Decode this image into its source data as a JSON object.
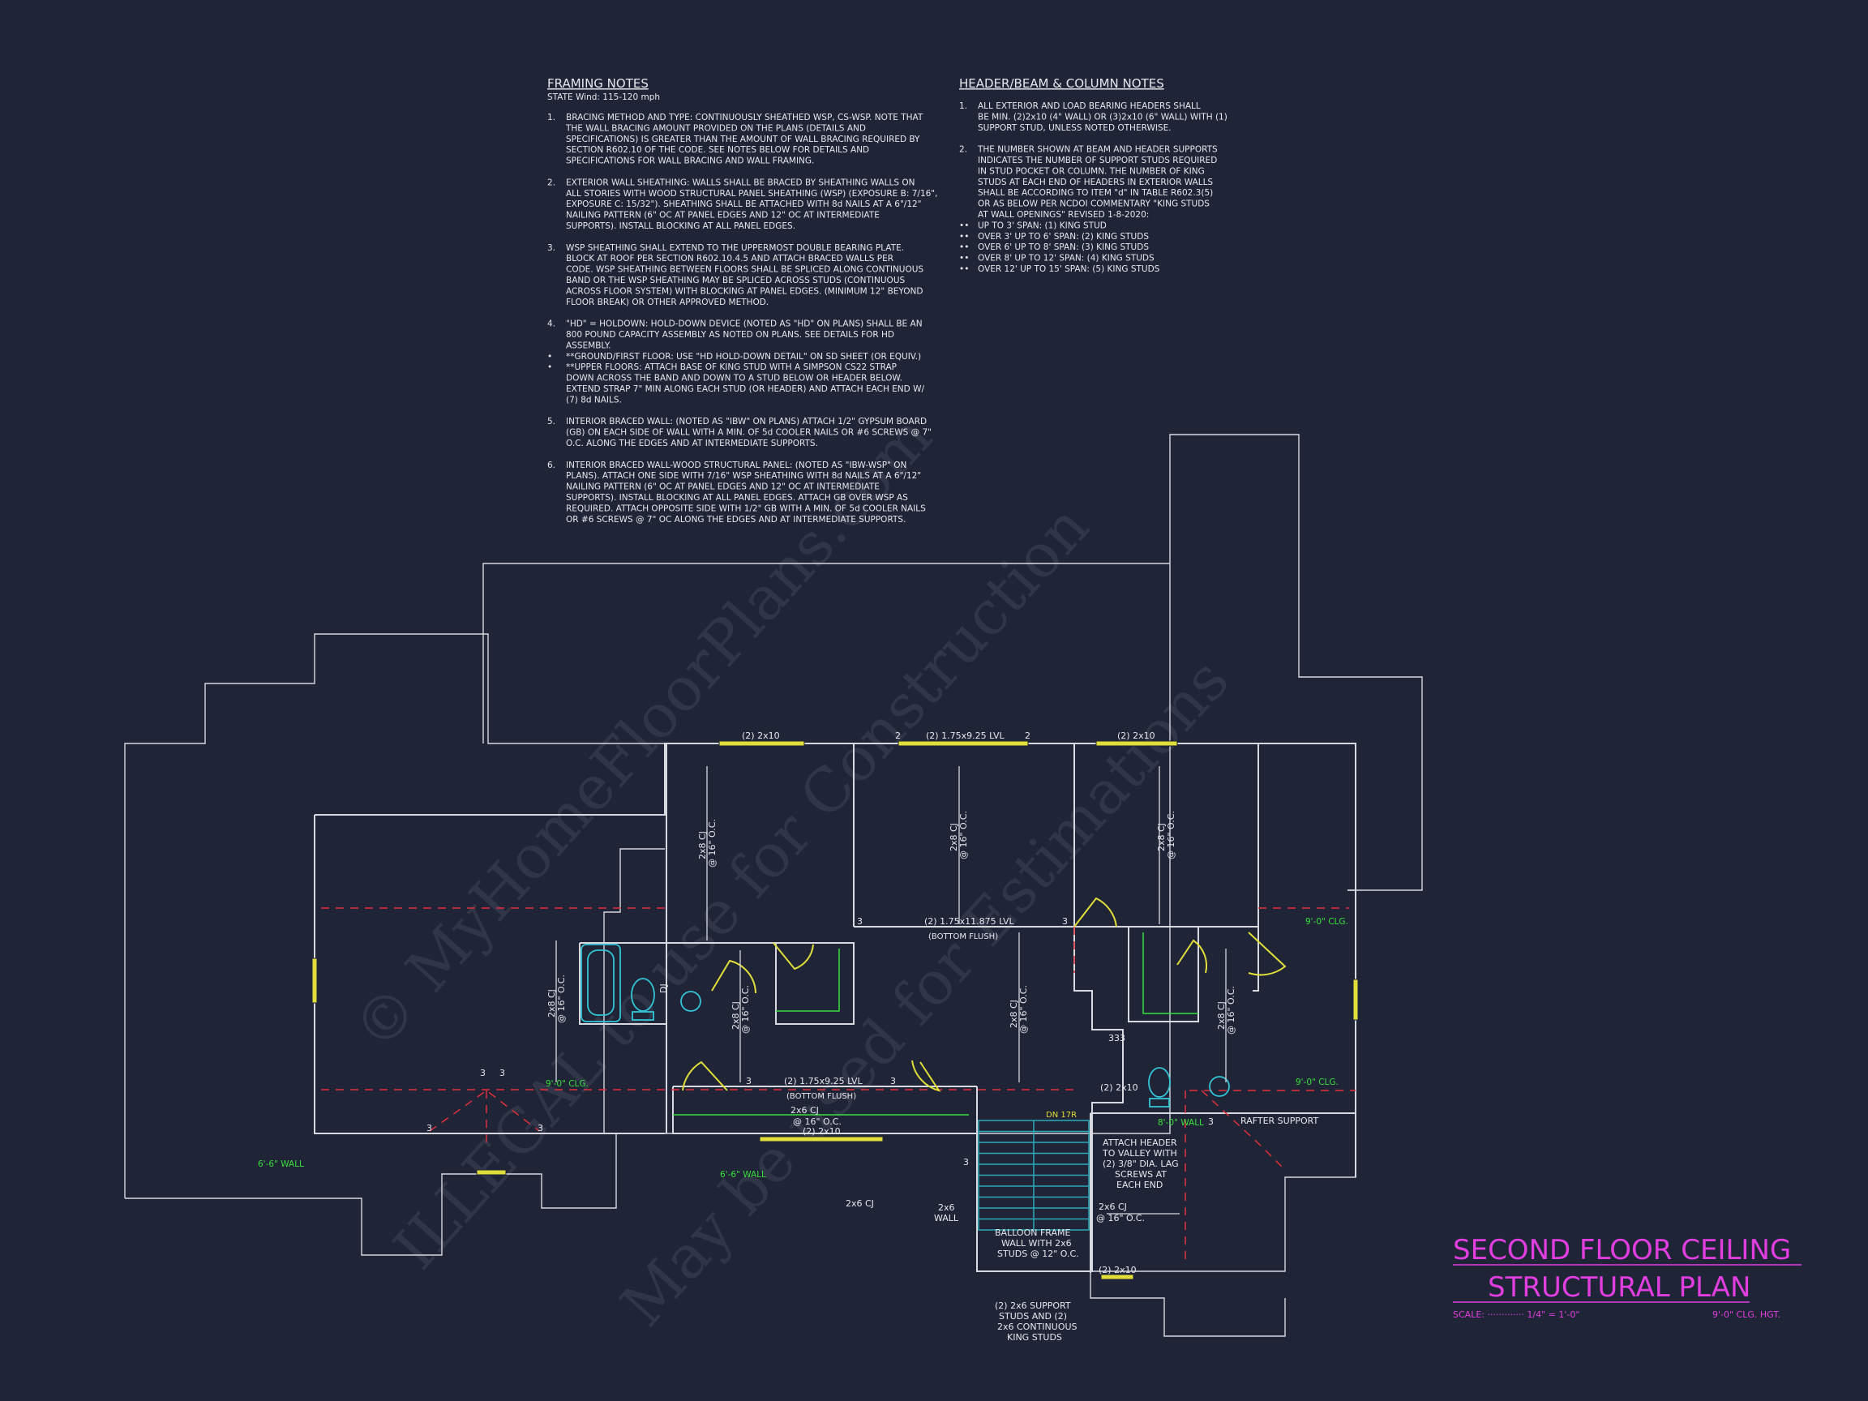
{
  "framing_notes": {
    "title": "FRAMING NOTES",
    "subtitle": "STATE Wind: 115-120 mph",
    "lines": [
      {
        "n": "1.",
        "t": "BRACING METHOD AND TYPE: CONTINUOUSLY SHEATHED WSP, CS-WSP. NOTE THAT"
      },
      {
        "n": "",
        "t": "THE WALL BRACING AMOUNT PROVIDED ON THE PLANS (DETAILS AND"
      },
      {
        "n": "",
        "t": "SPECIFICATIONS) IS GREATER THAN THE AMOUNT OF WALL BRACING REQUIRED BY"
      },
      {
        "n": "",
        "t": "SECTION R602.10 OF THE CODE. SEE NOTES BELOW FOR DETAILS AND"
      },
      {
        "n": "",
        "t": "SPECIFICATIONS FOR WALL BRACING AND WALL FRAMING."
      },
      {
        "n": "",
        "t": ""
      },
      {
        "n": "2.",
        "t": "EXTERIOR WALL SHEATHING: WALLS SHALL BE BRACED BY SHEATHING WALLS ON"
      },
      {
        "n": "",
        "t": "ALL STORIES WITH WOOD STRUCTURAL PANEL SHEATHING (WSP) (EXPOSURE B: 7/16\","
      },
      {
        "n": "",
        "t": "EXPOSURE C: 15/32\"). SHEATHING SHALL BE ATTACHED WITH 8d NAILS AT A 6\"/12\""
      },
      {
        "n": "",
        "t": "NAILING PATTERN (6\" OC AT PANEL EDGES AND 12\" OC AT INTERMEDIATE"
      },
      {
        "n": "",
        "t": "SUPPORTS). INSTALL BLOCKING AT ALL PANEL EDGES."
      },
      {
        "n": "",
        "t": ""
      },
      {
        "n": "3.",
        "t": "WSP SHEATHING SHALL EXTEND TO THE UPPERMOST DOUBLE BEARING PLATE."
      },
      {
        "n": "",
        "t": "BLOCK AT ROOF PER SECTION R602.10.4.5 AND ATTACH BRACED WALLS PER"
      },
      {
        "n": "",
        "t": "CODE. WSP SHEATHING BETWEEN FLOORS SHALL BE SPLICED ALONG CONTINUOUS"
      },
      {
        "n": "",
        "t": "BAND OR THE WSP SHEATHING MAY BE SPLICED ACROSS STUDS (CONTINUOUS"
      },
      {
        "n": "",
        "t": "ACROSS FLOOR SYSTEM) WITH BLOCKING AT PANEL EDGES. (MINIMUM 12\" BEYOND"
      },
      {
        "n": "",
        "t": "FLOOR BREAK) OR OTHER APPROVED METHOD."
      },
      {
        "n": "",
        "t": ""
      },
      {
        "n": "4.",
        "t": "\"HD\" = HOLDOWN: HOLD-DOWN DEVICE (NOTED AS \"HD\" ON PLANS) SHALL BE AN"
      },
      {
        "n": "",
        "t": "800 POUND CAPACITY ASSEMBLY AS NOTED ON PLANS. SEE DETAILS FOR HD"
      },
      {
        "n": "",
        "t": "ASSEMBLY."
      },
      {
        "n": "•",
        "t": "**GROUND/FIRST FLOOR: USE \"HD HOLD-DOWN DETAIL\" ON SD SHEET (OR EQUIV.)"
      },
      {
        "n": "•",
        "t": "**UPPER FLOORS: ATTACH BASE OF KING STUD WITH A SIMPSON CS22 STRAP"
      },
      {
        "n": "",
        "t": "DOWN ACROSS THE BAND AND DOWN TO A STUD BELOW OR HEADER BELOW."
      },
      {
        "n": "",
        "t": "EXTEND STRAP 7\" MIN ALONG EACH STUD (OR HEADER) AND ATTACH EACH END W/"
      },
      {
        "n": "",
        "t": "(7) 8d NAILS."
      },
      {
        "n": "",
        "t": ""
      },
      {
        "n": "5.",
        "t": "INTERIOR BRACED WALL: (NOTED AS \"IBW\" ON PLANS) ATTACH 1/2\" GYPSUM BOARD"
      },
      {
        "n": "",
        "t": "(GB) ON EACH SIDE OF WALL WITH A MIN. OF 5d COOLER NAILS OR #6 SCREWS @ 7\""
      },
      {
        "n": "",
        "t": "O.C. ALONG THE EDGES AND AT INTERMEDIATE SUPPORTS."
      },
      {
        "n": "",
        "t": ""
      },
      {
        "n": "6.",
        "t": "INTERIOR BRACED WALL-WOOD STRUCTURAL PANEL: (NOTED AS \"IBW-WSP\" ON"
      },
      {
        "n": "",
        "t": "PLANS). ATTACH ONE SIDE WITH 7/16\" WSP SHEATHING WITH 8d NAILS AT A 6\"/12\""
      },
      {
        "n": "",
        "t": "NAILING PATTERN (6\" OC AT PANEL EDGES AND 12\" OC AT INTERMEDIATE"
      },
      {
        "n": "",
        "t": "SUPPORTS). INSTALL BLOCKING AT ALL PANEL EDGES. ATTACH GB OVER WSP AS"
      },
      {
        "n": "",
        "t": "REQUIRED. ATTACH OPPOSITE SIDE WITH 1/2\" GB WITH A MIN. OF 5d COOLER NAILS"
      },
      {
        "n": "",
        "t": "OR #6 SCREWS @ 7\" OC ALONG THE EDGES AND AT INTERMEDIATE SUPPORTS."
      }
    ]
  },
  "header_notes": {
    "title": "HEADER/BEAM & COLUMN NOTES",
    "lines": [
      {
        "n": "1.",
        "t": "ALL EXTERIOR AND LOAD BEARING HEADERS SHALL"
      },
      {
        "n": "",
        "t": "BE MIN. (2)2x10 (4\" WALL) OR (3)2x10 (6\" WALL) WITH (1)"
      },
      {
        "n": "",
        "t": "SUPPORT STUD, UNLESS NOTED OTHERWISE."
      },
      {
        "n": "",
        "t": ""
      },
      {
        "n": "2.",
        "t": "THE NUMBER SHOWN AT BEAM AND HEADER SUPPORTS"
      },
      {
        "n": "",
        "t": "INDICATES THE NUMBER OF SUPPORT STUDS REQUIRED"
      },
      {
        "n": "",
        "t": "IN STUD POCKET OR COLUMN. THE NUMBER OF KING"
      },
      {
        "n": "",
        "t": "STUDS AT EACH END OF HEADERS IN EXTERIOR WALLS"
      },
      {
        "n": "",
        "t": "SHALL BE ACCORDING TO ITEM \"d\" IN TABLE R602.3(5)"
      },
      {
        "n": "",
        "t": "OR AS BELOW PER NCDOI COMMENTARY \"KING STUDS"
      },
      {
        "n": "",
        "t": "AT WALL OPENINGS\" REVISED 1-8-2020:"
      },
      {
        "n": "••",
        "t": "UP TO 3' SPAN: (1) KING STUD"
      },
      {
        "n": "••",
        "t": "OVER 3' UP TO 6' SPAN: (2) KING STUDS"
      },
      {
        "n": "••",
        "t": "OVER 6' UP TO 8' SPAN: (3) KING STUDS"
      },
      {
        "n": "••",
        "t": "OVER 8' UP TO 12' SPAN: (4) KING STUDS"
      },
      {
        "n": "••",
        "t": "OVER 12' UP TO 15' SPAN: (5) KING STUDS"
      }
    ]
  },
  "plan_labels": {
    "hdr_2x10_left": "(2) 2x10",
    "hdr_lvl_top": "(2) 1.75x9.25 LVL",
    "hdr_2x10_right": "(2) 2x10",
    "cj_16_a": "2x8 CJ",
    "cj_16_a2": "@ 16\" O.C.",
    "cj_16_b": "2x8 CJ",
    "cj_16_b2": "@ 16\" O.C.",
    "cj_16_c": "2x8 CJ",
    "cj_16_c2": "@ 16\" O.C.",
    "beam_mid": "(2) 1.75x11.875 LVL",
    "beam_mid_sub": "(BOTTOM FLUSH)",
    "beam_low": "(2) 1.75x9.25 LVL",
    "beam_low_sub": "(BOTTOM FLUSH)",
    "cj_2x6_low": "2x6 CJ",
    "cj_2x6_low2": "@ 16\" O.C.",
    "hdr_2x10_low": "(2) 2x10",
    "cj_left": "2x8 CJ",
    "cj_left2": "@ 16\" O.C.",
    "cj_mid": "2x8 CJ",
    "cj_mid2": "@ 16\" O.C.",
    "cj_right": "2x8 CJ",
    "cj_right2": "@ 16\" O.C.",
    "cj_small": "2x8 CJ",
    "cj_small2": "@ 16\" O.C.",
    "dj": "DJ",
    "clg_left": "9'-0\" CLG.",
    "clg_right_top": "9'-0\" CLG.",
    "clg_right_mid": "9'-0\" CLG.",
    "wall_66_left": "6'-6\" WALL",
    "wall_66_mid": "6'-6\" WALL",
    "wall_80": "8'-0\" WALL",
    "rafter_support": "RAFTER SUPPORT",
    "attach_header": [
      "ATTACH HEADER",
      "TO VALLEY WITH",
      "(2) 3/8\" DIA. LAG",
      "SCREWS AT",
      "EACH END"
    ],
    "cj_2x6_right": "2x6 CJ",
    "cj_2x6_right2": "@ 16\" O.C.",
    "balloon": [
      "BALLOON FRAME",
      "WALL WITH 2x6",
      "STUDS @ 12\" O.C."
    ],
    "wall_2x6": [
      "2x6",
      "WALL"
    ],
    "support_studs": [
      "(2) 2x6 SUPPORT",
      "STUDS AND (2)",
      "2x6 CONTINUOUS",
      "KING STUDS"
    ],
    "hdr_2x10_br": "(2) 2x10",
    "hdr_2x10_stair": "(2) 2x10",
    "dn": "DN 17R",
    "stud_333": "333",
    "n2": "2",
    "n3": "3"
  },
  "title_block": {
    "title_line1": "SECOND FLOOR CEILING",
    "title_line2": "STRUCTURAL PLAN",
    "scale_label": "SCALE: ············· 1/4\" = 1'-0\"",
    "height_label": "9'-0\" CLG. HGT."
  },
  "watermark": {
    "line1": "© MyHomeFloorPlans.com",
    "line2": "ILLEGAL to use for Construction",
    "line3": "May be used for Estimations"
  },
  "colors": {
    "background": "#1f2436",
    "linework": "#d8d8e0",
    "title": "#e13ee0",
    "ceiling_note": "#39e03c",
    "fixture": "#33c6d8",
    "door_swing": "#e1de3a",
    "red_dash": "#e0303a",
    "stair": "#2aa9b8"
  }
}
